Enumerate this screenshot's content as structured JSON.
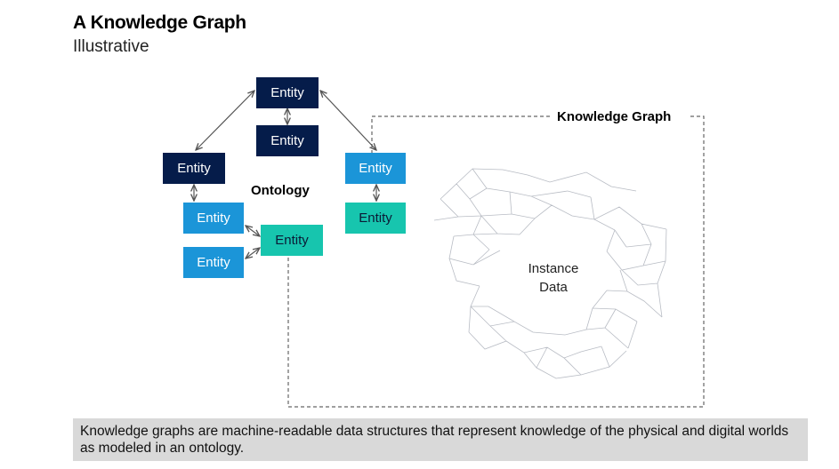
{
  "header": {
    "title": "A Knowledge Graph",
    "subtitle": "Illustrative"
  },
  "ontology": {
    "label": "Ontology",
    "entity_label": "Entity"
  },
  "knowledge_graph": {
    "label": "Knowledge Graph",
    "instance_label_line1": "Instance",
    "instance_label_line2": "Data"
  },
  "colors": {
    "navy": "#051c4a",
    "blue": "#1b95d8",
    "teal": "#17c5ae",
    "caption_bg": "#d9d9d9"
  },
  "caption": "Knowledge graphs are machine-readable data structures that represent knowledge of the physical and digital worlds as modeled in an ontology."
}
